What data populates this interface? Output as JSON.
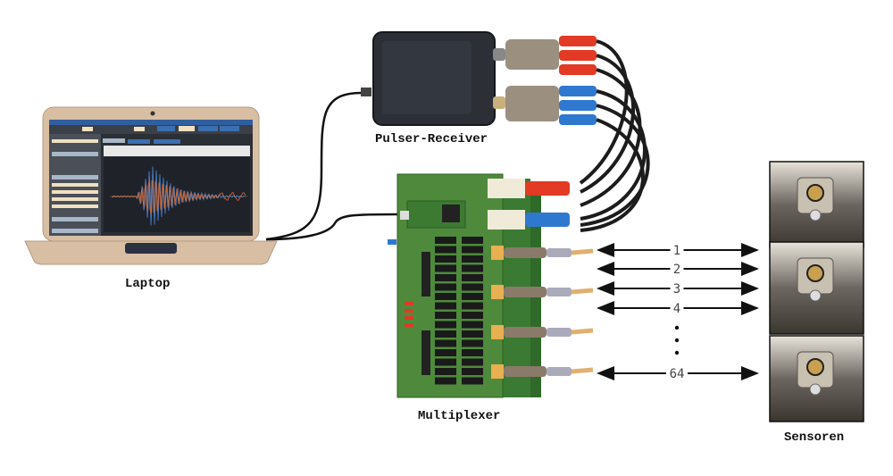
{
  "labels": {
    "laptop": "Laptop",
    "pulser_receiver": "Pulser-Receiver",
    "multiplexer": "Multiplexer",
    "sensors": "Sensoren"
  },
  "channels": [
    "1",
    "2",
    "3",
    "4",
    "64"
  ],
  "colors": {
    "laptop_body": "#d8bea3",
    "screen_bg": "#2b2f36",
    "pcb_green": "#4f8a3c",
    "pulser_box": "#2c2f36",
    "cable_red": "#e23a24",
    "cable_blue": "#2f78d0",
    "cable_black": "#1c1c1c",
    "sensor_cable": "#e0b070",
    "signal_blue": "#4a86d6",
    "signal_orange": "#e06a2c"
  }
}
